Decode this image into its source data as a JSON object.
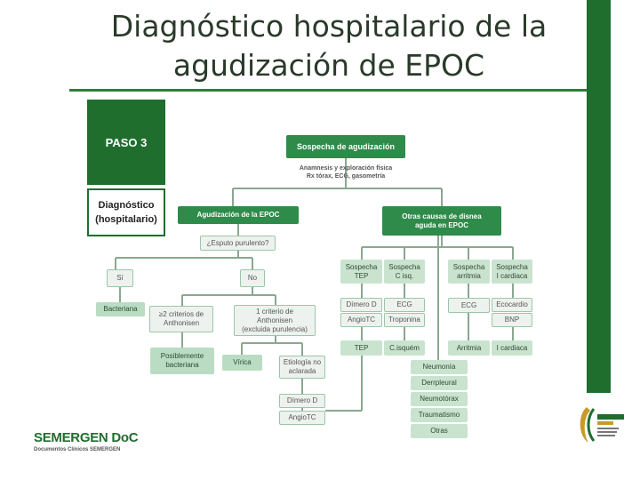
{
  "title": {
    "line1": "Diagnóstico hospitalario de la",
    "line2": "agudización de EPOC"
  },
  "side": {
    "paso": "PASO 3",
    "diag_line1": "Diagnóstico",
    "diag_line2": "(hospitalario)"
  },
  "nodes": {
    "sospecha": "Sospecha de agudización",
    "anamnesis": "Anamnesis y exploración física",
    "rx": "Rx tórax, ECG, gasometría",
    "agudizacion": "Agudización de la EPOC",
    "otras1": "Otras causas de disnea",
    "otras2": "aguda en EPOC",
    "esputo": "¿Esputo purulento?",
    "si": "Sí",
    "no": "No",
    "bacteriana": "Bacteriana",
    "criterios1": "≥2 criterios de",
    "criterios2": "Anthonisen",
    "criterio1_1": "1 criterio de",
    "criterio1_2": "Anthonisen",
    "criterio1_3": "(excluida purulencia)",
    "posible1": "Posiblemente",
    "posible2": "bacteriana",
    "virica": "Vírica",
    "etiologia1": "Etiología no",
    "etiologia2": "aclarada",
    "dimero_left": "Dímero D",
    "angiotc_left": "AngioTC",
    "tep_s1": "Sospecha",
    "tep_s2": "TEP",
    "ci_s1": "Sospecha",
    "ci_s2": "C isq.",
    "arr_s1": "Sospecha",
    "arr_s2": "arritmia",
    "ic_s1": "Sospecha",
    "ic_s2": "I cardiaca",
    "dimero_right": "Dímero D",
    "angiotc_right": "AngioTC",
    "ecg1": "ECG",
    "troponina": "Troponina",
    "ecg2": "ECG",
    "ecocardio": "Ecocardio",
    "bnp": "BNP",
    "tep": "TEP",
    "cisquem": "C.isquém",
    "arritmia": "Arritmia",
    "icardiaca": "I cardiaca",
    "neumonia": "Neumonía",
    "derrame": "Derrpleural",
    "neumotorax": "Neumotórax",
    "traumatismo": "Traumatismo",
    "otras": "Otras"
  },
  "footer": {
    "logo": "SEMERGEN DoC",
    "logo_sub": "Documentos Clínicos SEMERGEN"
  },
  "colors": {
    "dark_green": "#1f6e2e",
    "mid_green": "#2e8b4a",
    "light_green": "#b9dcc2"
  }
}
